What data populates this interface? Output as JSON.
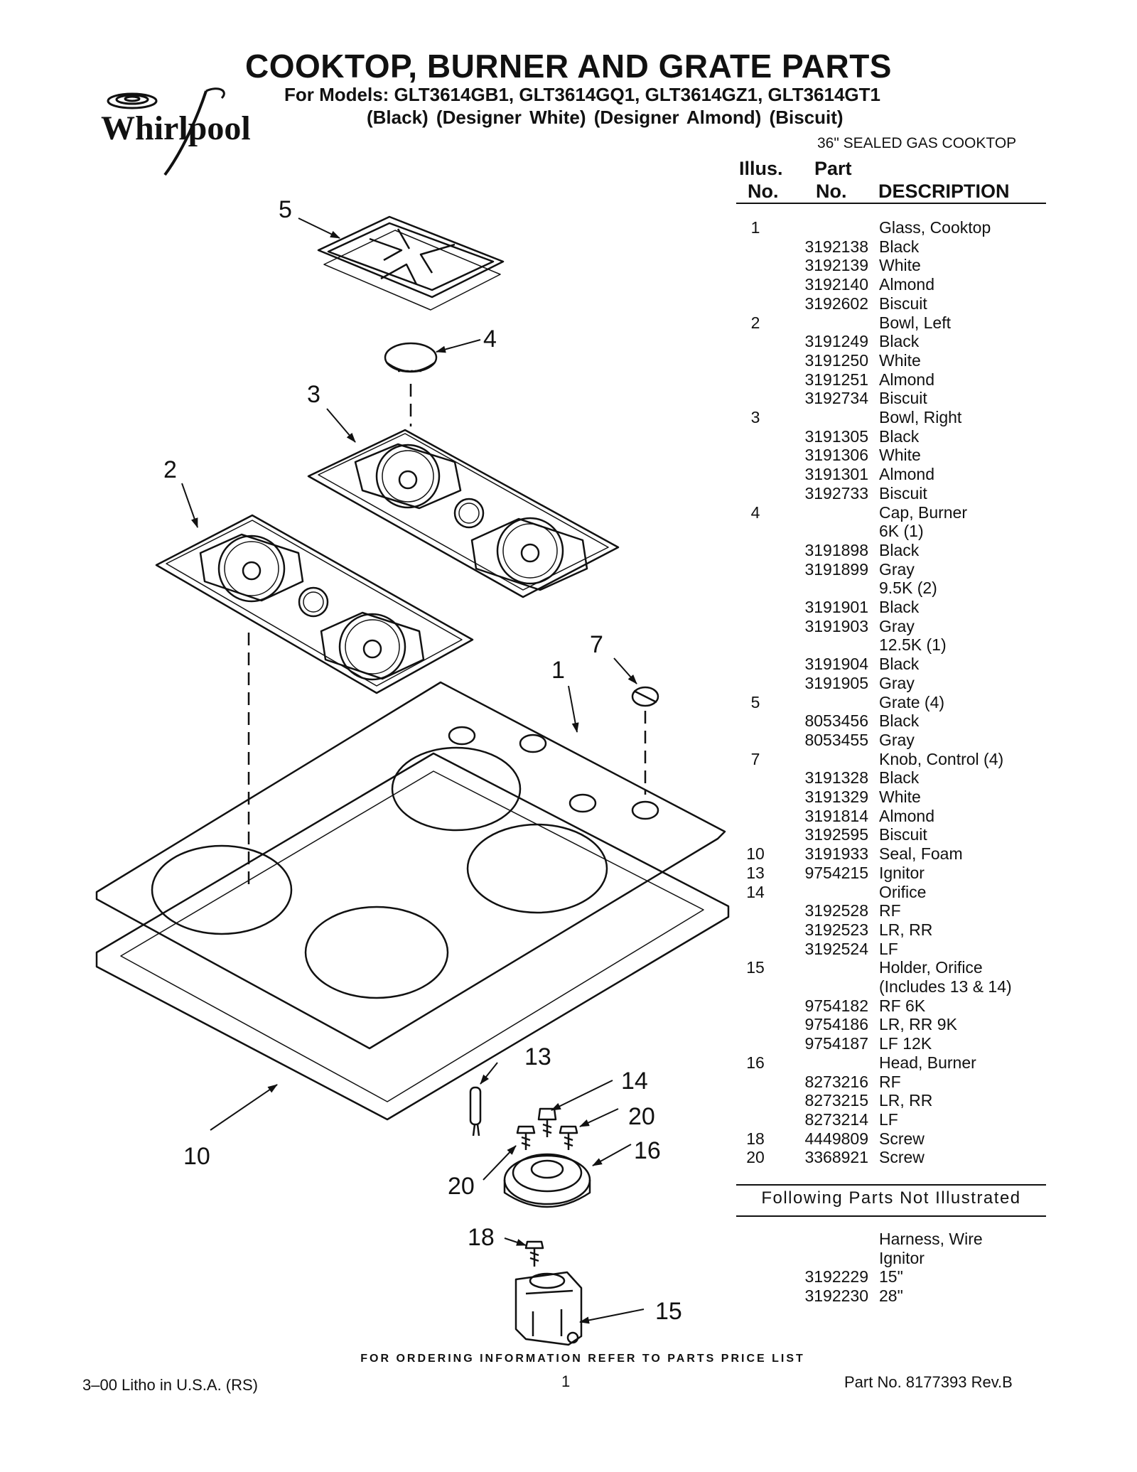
{
  "title": "COOKTOP, BURNER AND GRATE PARTS",
  "models_line": "For Models: GLT3614GB1, GLT3614GQ1, GLT3614GZ1, GLT3614GT1",
  "finishes_line": "(Black)     (Designer White) (Designer Almond)  (Biscuit)",
  "brand": "Whirlpool",
  "product_line": "36\" SEALED GAS COOKTOP",
  "table_headers": {
    "illus_line1": "Illus.",
    "illus_line2": "No.",
    "part_line1": "Part",
    "part_line2": "No.",
    "description": "DESCRIPTION"
  },
  "parts": [
    {
      "illus": "1",
      "part": "",
      "desc": "Glass, Cooktop"
    },
    {
      "illus": "",
      "part": "3192138",
      "desc": "Black"
    },
    {
      "illus": "",
      "part": "3192139",
      "desc": "White"
    },
    {
      "illus": "",
      "part": "3192140",
      "desc": "Almond"
    },
    {
      "illus": "",
      "part": "3192602",
      "desc": "Biscuit"
    },
    {
      "illus": "2",
      "part": "",
      "desc": "Bowl, Left"
    },
    {
      "illus": "",
      "part": "3191249",
      "desc": "Black"
    },
    {
      "illus": "",
      "part": "3191250",
      "desc": "White"
    },
    {
      "illus": "",
      "part": "3191251",
      "desc": "Almond"
    },
    {
      "illus": "",
      "part": "3192734",
      "desc": "Biscuit"
    },
    {
      "illus": "3",
      "part": "",
      "desc": "Bowl, Right"
    },
    {
      "illus": "",
      "part": "3191305",
      "desc": "Black"
    },
    {
      "illus": "",
      "part": "3191306",
      "desc": "White"
    },
    {
      "illus": "",
      "part": "3191301",
      "desc": "Almond"
    },
    {
      "illus": "",
      "part": "3192733",
      "desc": "Biscuit"
    },
    {
      "illus": "4",
      "part": "",
      "desc": "Cap, Burner"
    },
    {
      "illus": "",
      "part": "",
      "desc": "6K (1)"
    },
    {
      "illus": "",
      "part": "3191898",
      "desc": "Black"
    },
    {
      "illus": "",
      "part": "3191899",
      "desc": "Gray"
    },
    {
      "illus": "",
      "part": "",
      "desc": "9.5K (2)"
    },
    {
      "illus": "",
      "part": "3191901",
      "desc": "Black"
    },
    {
      "illus": "",
      "part": "3191903",
      "desc": "Gray"
    },
    {
      "illus": "",
      "part": "",
      "desc": "12.5K (1)"
    },
    {
      "illus": "",
      "part": "3191904",
      "desc": "Black"
    },
    {
      "illus": "",
      "part": "3191905",
      "desc": "Gray"
    },
    {
      "illus": "5",
      "part": "",
      "desc": "Grate (4)"
    },
    {
      "illus": "",
      "part": "8053456",
      "desc": "Black"
    },
    {
      "illus": "",
      "part": "8053455",
      "desc": "Gray"
    },
    {
      "illus": "7",
      "part": "",
      "desc": "Knob, Control (4)"
    },
    {
      "illus": "",
      "part": "3191328",
      "desc": "Black"
    },
    {
      "illus": "",
      "part": "3191329",
      "desc": "White"
    },
    {
      "illus": "",
      "part": "3191814",
      "desc": "Almond"
    },
    {
      "illus": "",
      "part": "3192595",
      "desc": "Biscuit"
    },
    {
      "illus": "10",
      "part": "3191933",
      "desc": "Seal, Foam"
    },
    {
      "illus": "13",
      "part": "9754215",
      "desc": "Ignitor"
    },
    {
      "illus": "14",
      "part": "",
      "desc": "Orifice"
    },
    {
      "illus": "",
      "part": "3192528",
      "desc": "RF"
    },
    {
      "illus": "",
      "part": "3192523",
      "desc": "LR, RR"
    },
    {
      "illus": "",
      "part": "3192524",
      "desc": "LF"
    },
    {
      "illus": "15",
      "part": "",
      "desc": "Holder, Orifice"
    },
    {
      "illus": "",
      "part": "",
      "desc": "(Includes 13 & 14)"
    },
    {
      "illus": "",
      "part": "9754182",
      "desc": "RF 6K"
    },
    {
      "illus": "",
      "part": "9754186",
      "desc": "LR, RR 9K"
    },
    {
      "illus": "",
      "part": "9754187",
      "desc": "LF 12K"
    },
    {
      "illus": "16",
      "part": "",
      "desc": "Head, Burner"
    },
    {
      "illus": "",
      "part": "8273216",
      "desc": "RF"
    },
    {
      "illus": "",
      "part": "8273215",
      "desc": "LR, RR"
    },
    {
      "illus": "",
      "part": "8273214",
      "desc": "LF"
    },
    {
      "illus": "18",
      "part": "4449809",
      "desc": "Screw"
    },
    {
      "illus": "20",
      "part": "3368921",
      "desc": "Screw"
    }
  ],
  "not_illustrated_title": "Following Parts Not Illustrated",
  "not_illustrated": [
    {
      "part": "",
      "desc": "Harness, Wire"
    },
    {
      "part": "",
      "desc": "Ignitor"
    },
    {
      "part": "3192229",
      "desc": "15\""
    },
    {
      "part": "3192230",
      "desc": "28\""
    }
  ],
  "callouts": [
    "5",
    "4",
    "3",
    "2",
    "7",
    "1",
    "13",
    "14",
    "20",
    "16",
    "10",
    "20",
    "18",
    "15"
  ],
  "footer_note": "FOR ORDERING INFORMATION REFER TO PARTS PRICE LIST",
  "footer_left": "3–00 Litho in U.S.A. (RS)",
  "footer_page": "1",
  "footer_right": "Part No. 8177393 Rev.B"
}
